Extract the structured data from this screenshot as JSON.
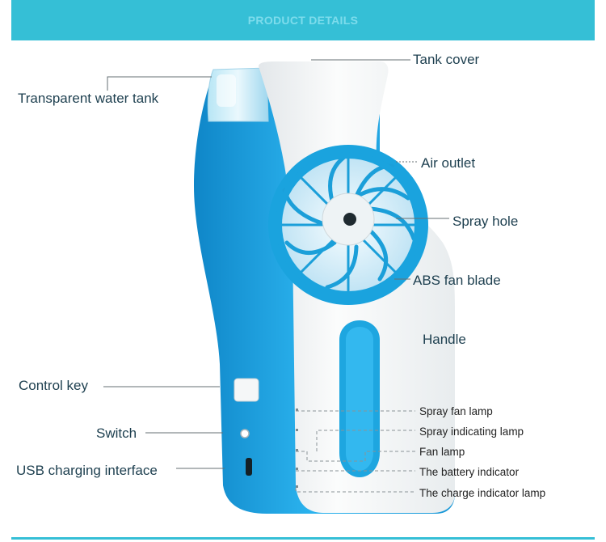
{
  "banner": {
    "title": "PRODUCT DETAILS"
  },
  "callouts": {
    "tank_cover": "Tank cover",
    "transparent_water_tank": "Transparent water tank",
    "air_outlet": "Air outlet",
    "spray_hole": "Spray hole",
    "abs_fan_blade": "ABS fan blade",
    "handle": "Handle",
    "control_key": "Control key",
    "switch": "Switch",
    "usb_charging_interface": "USB charging interface",
    "spray_fan_lamp": "Spray fan lamp",
    "spray_indicating_lamp": "Spray indicating lamp",
    "fan_lamp": "Fan lamp",
    "battery_indicator": "The battery indicator",
    "charge_indicator_lamp": "The charge indicator lamp"
  },
  "colors": {
    "banner": "#35bfd6",
    "body_blue": "#1ea6e0",
    "body_white": "#f4f6f7",
    "label_text": "#1d3f4f"
  }
}
